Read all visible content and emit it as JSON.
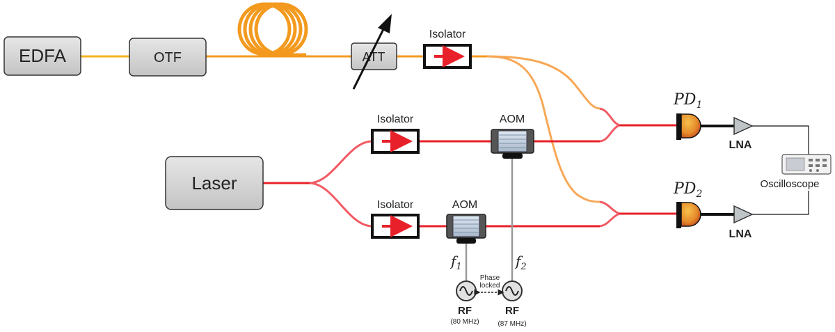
{
  "components": {
    "edfa": "EDFA",
    "otf": "OTF",
    "att": "ATT",
    "laser": "Laser",
    "isolator_top": "Isolator",
    "isolator_mid": "Isolator",
    "isolator_bottom": "Isolator",
    "aom_upper": "AOM",
    "aom_lower": "AOM",
    "pd1_base": "PD",
    "pd1_sub": "1",
    "pd2_base": "PD",
    "pd2_sub": "2",
    "lna_1": "LNA",
    "lna_2": "LNA",
    "oscilloscope": "Oscilloscope"
  },
  "rf": {
    "f1_base": "f",
    "f1_sub": "1",
    "f2_base": "f",
    "f2_sub": "2",
    "rf1_label": "RF",
    "rf1_freq": "(80 MHz)",
    "rf2_label": "RF",
    "rf2_freq": "(87 MHz)",
    "phase_line1": "Phase",
    "phase_line2": "locked"
  },
  "colors": {
    "fiber_orange": "#f39a1e",
    "fiber_light_orange": "#f7a856",
    "fiber_red": "#e8202a",
    "fiber_pink": "#f25a64",
    "box_fill": "#d6d6d6",
    "pd_fill": "#e4882a"
  }
}
